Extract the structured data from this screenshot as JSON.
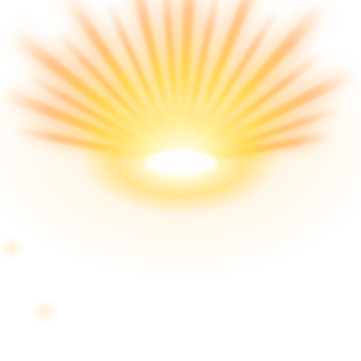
{
  "scene": {
    "icon": "sunburst-light-flare",
    "background_color": "#ffffff",
    "ray_colors": {
      "core": "#ffffff",
      "inner": "#fff3a8",
      "mid": "#ffd23c",
      "outer": "#ff9a3a",
      "fade": "#ffb870"
    },
    "ray_count": 18,
    "spread": "upward fan"
  }
}
